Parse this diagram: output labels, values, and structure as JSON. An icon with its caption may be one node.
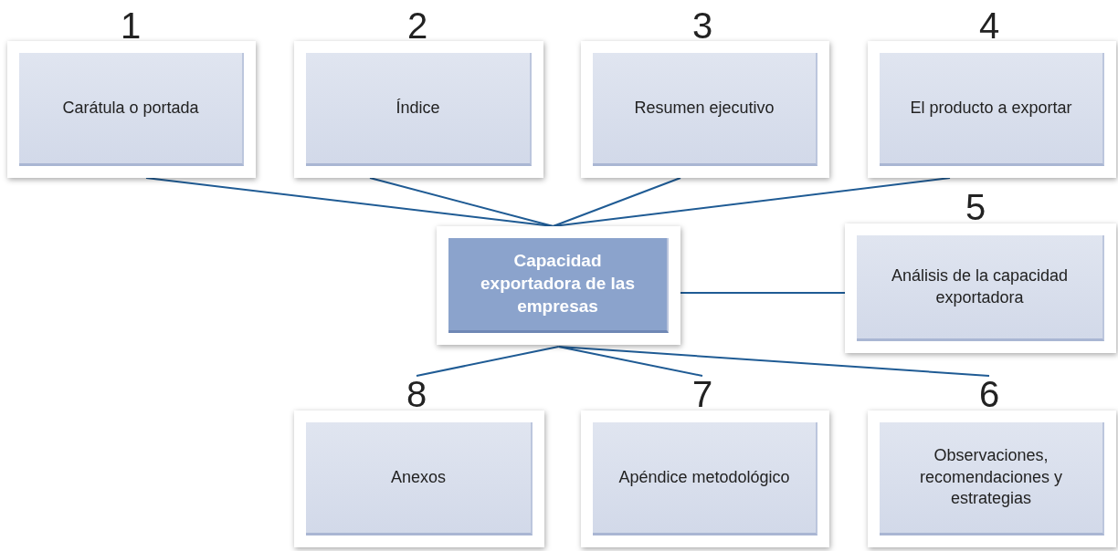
{
  "diagram": {
    "nodes": [
      {
        "text": [
          "Carátula o portada"
        ],
        "beside": [
          "1"
        ]
      },
      {
        "text": [
          "Índice"
        ],
        "beside": [
          "2"
        ]
      },
      {
        "text": [
          "Resumen ejecutivo"
        ],
        "beside": [
          "3"
        ]
      },
      {
        "text": [
          "El producto a exportar"
        ],
        "beside": [
          "4"
        ]
      },
      {
        "text": [
          "Capacidad exportadora de las empresas"
        ]
      },
      {
        "text": [
          "Análisis de la capacidad exportadora"
        ],
        "beside": [
          "5"
        ]
      },
      {
        "text": [
          "Anexos"
        ],
        "beside": [
          "8"
        ]
      },
      {
        "text": [
          "Apéndice metodológico"
        ],
        "beside": [
          "7"
        ]
      },
      {
        "text": [
          "Observaciones, recomendaciones y estrategias"
        ],
        "beside": [
          "6"
        ]
      }
    ],
    "edges": [
      {
        "from": 4,
        "to": 0,
        "arrow": "none"
      },
      {
        "from": 4,
        "to": 1,
        "arrow": "none"
      },
      {
        "from": 4,
        "to": 2,
        "arrow": "none"
      },
      {
        "from": 4,
        "to": 3,
        "arrow": "none"
      },
      {
        "from": 4,
        "to": 5,
        "arrow": "none"
      },
      {
        "from": 4,
        "to": 6,
        "arrow": "none"
      },
      {
        "from": 4,
        "to": 7,
        "arrow": "none"
      },
      {
        "from": 4,
        "to": 8,
        "arrow": "none"
      }
    ]
  }
}
